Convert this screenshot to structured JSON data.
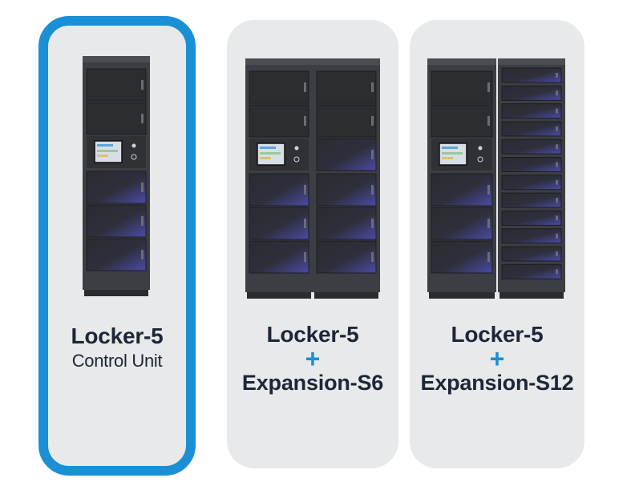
{
  "colors": {
    "accent": "#1a8fd6",
    "card_bg": "#e7e9ea",
    "text": "#1e2636",
    "locker_body": "#3b3e43",
    "door": "#2b2d31",
    "door_glow": "#4b4aa8"
  },
  "selected_option": 0,
  "options": [
    {
      "title": "Locker-5",
      "subtitle": "Control Unit"
    },
    {
      "title": "Locker-5",
      "plus": "+",
      "expansion": "Expansion-S6"
    },
    {
      "title": "Locker-5",
      "plus": "+",
      "expansion": "Expansion-S12"
    }
  ]
}
